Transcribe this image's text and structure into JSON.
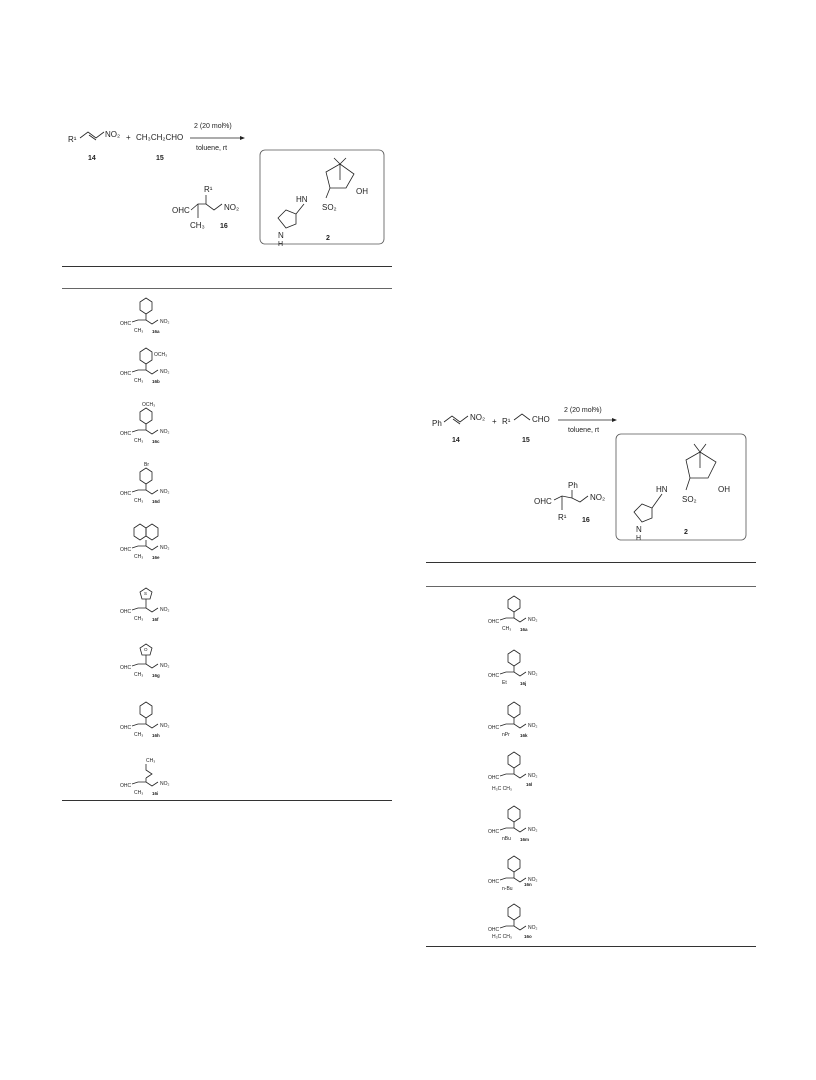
{
  "scheme_a": {
    "reactant1_label": "R¹",
    "reactant1_group": "NO₂",
    "reactant1_number": "14",
    "plus": "+",
    "reactant2": "CH₃CH₂CHO",
    "reactant2_number": "15",
    "conditions_top": "2 (20 mol%)",
    "conditions_bottom": "toluene, rt",
    "product_r": "R¹",
    "product_cho": "OHC",
    "product_no2": "NO₂",
    "product_ch3": "CH₃",
    "product_number": "16",
    "catalyst": {
      "nh": "HN",
      "so2": "SO₂",
      "oh": "OH",
      "n": "N",
      "h": "H",
      "number": "2"
    }
  },
  "table_a": {
    "rows": [
      {
        "cho": "OHC",
        "alkyl": "CH₃",
        "no2": "NO₂",
        "label": "16a",
        "substituent": ""
      },
      {
        "cho": "OHC",
        "alkyl": "CH₃",
        "no2": "NO₂",
        "label": "16b",
        "substituent": "OCH₃"
      },
      {
        "cho": "OHC",
        "alkyl": "CH₃",
        "no2": "NO₂",
        "label": "16c",
        "substituent": "OCH₃"
      },
      {
        "cho": "OHC",
        "alkyl": "CH₃",
        "no2": "NO₂",
        "label": "16d",
        "substituent": "Br"
      },
      {
        "cho": "OHC",
        "alkyl": "CH₃",
        "no2": "NO₂",
        "label": "16e",
        "substituent": ""
      },
      {
        "cho": "OHC",
        "alkyl": "CH₃",
        "no2": "NO₂",
        "label": "16f",
        "substituent": "S"
      },
      {
        "cho": "OHC",
        "alkyl": "CH₃",
        "no2": "NO₂",
        "label": "16g",
        "substituent": "O"
      },
      {
        "cho": "OHC",
        "alkyl": "CH₃",
        "no2": "NO₂",
        "label": "16h",
        "substituent": ""
      },
      {
        "cho": "OHC",
        "alkyl": "CH₃",
        "no2": "NO₂",
        "label": "16i",
        "substituent": "CH₃"
      }
    ]
  },
  "scheme_b": {
    "reactant1_label": "Ph",
    "reactant1_group": "NO₂",
    "reactant1_number": "14",
    "plus": "+",
    "reactant2_label": "R¹",
    "reactant2_group": "CHO",
    "reactant2_number": "15",
    "conditions_top": "2 (20 mol%)",
    "conditions_bottom": "toluene, rt",
    "product_ph": "Ph",
    "product_cho": "OHC",
    "product_no2": "NO₂",
    "product_r": "R¹",
    "product_number": "16",
    "catalyst": {
      "nh": "HN",
      "so2": "SO₂",
      "oh": "OH",
      "n": "N",
      "h": "H",
      "number": "2"
    }
  },
  "table_b": {
    "rows": [
      {
        "cho": "OHC",
        "alkyl": "CH₃",
        "no2": "NO₂",
        "label": "16a"
      },
      {
        "cho": "OHC",
        "alkyl": "Et",
        "no2": "NO₂",
        "label": "16j"
      },
      {
        "cho": "OHC",
        "alkyl": "nPr",
        "no2": "NO₂",
        "label": "16k"
      },
      {
        "cho": "OHC",
        "alkyl": "H₃C CH₃",
        "no2": "NO₂",
        "label": "16l"
      },
      {
        "cho": "OHC",
        "alkyl": "nBu",
        "no2": "NO₂",
        "label": "16m"
      },
      {
        "cho": "OHC",
        "alkyl": "n-Bu",
        "no2": "NO₂",
        "label": "16n"
      },
      {
        "cho": "OHC",
        "alkyl": "H₃C CH₃",
        "no2": "NO₂",
        "label": "16o"
      }
    ]
  }
}
